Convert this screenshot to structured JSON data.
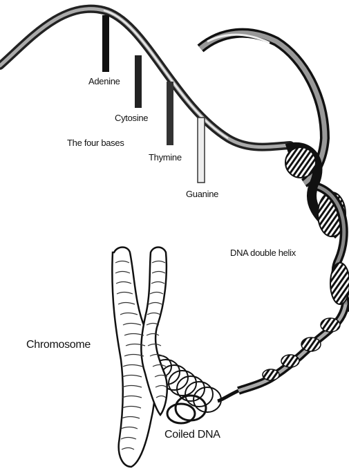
{
  "labels": {
    "adenine": "Adenine",
    "cytosine": "Cytosine",
    "four_bases": "The four bases",
    "thymine": "Thymine",
    "guanine": "Guanine",
    "dna_double_helix": "DNA double helix",
    "chromosome": "Chromosome",
    "coiled_dna": "Coiled DNA"
  }
}
